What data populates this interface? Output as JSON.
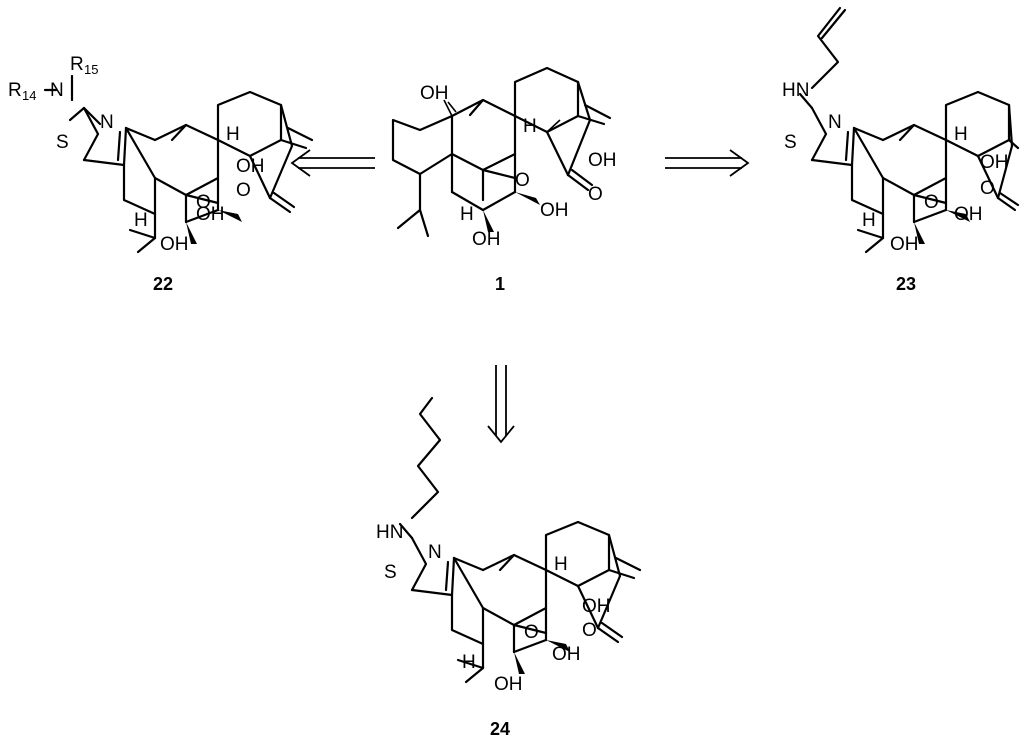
{
  "compounds": {
    "c1": {
      "id": "1",
      "oh_a": "OH",
      "oh_b": "OH",
      "oh_c": "OH",
      "oh_top": "OH",
      "h": "H",
      "o_bridge": "O",
      "o_keto": "O"
    },
    "c22": {
      "id": "22",
      "oh_a": "OH",
      "oh_b": "OH",
      "oh_c": "OH",
      "h": "H",
      "h2": "H",
      "o_bridge": "O",
      "o_keto": "O",
      "n_thiazole": "N",
      "s": "S",
      "r14": "R",
      "r14_sub": "14",
      "r15": "R",
      "r15_sub": "15",
      "n_amine": "N"
    },
    "c23": {
      "id": "23",
      "oh_a": "OH",
      "oh_b": "OH",
      "oh_c": "OH",
      "h": "H",
      "h2": "H",
      "o_bridge": "O",
      "o_keto": "O",
      "n_thiazole": "N",
      "s": "S",
      "hn": "HN"
    },
    "c24": {
      "id": "24",
      "oh_a": "OH",
      "oh_b": "OH",
      "oh_c": "OH",
      "h": "H",
      "h2": "H",
      "o_bridge": "O",
      "o_keto": "O",
      "n_thiazole": "N",
      "s": "S",
      "hn": "HN"
    }
  },
  "arrows": [
    {
      "name": "to-22",
      "direction": "left"
    },
    {
      "name": "to-23",
      "direction": "right"
    },
    {
      "name": "to-24",
      "direction": "down"
    }
  ]
}
